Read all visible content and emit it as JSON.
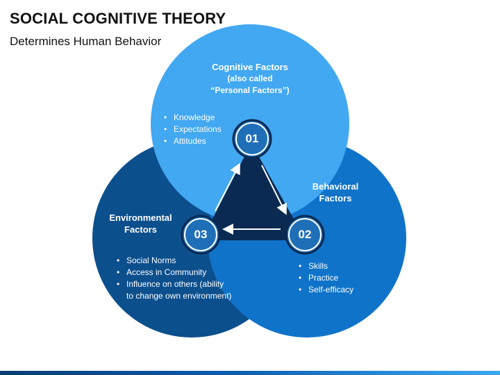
{
  "header": {
    "title": "SOCIAL COGNITIVE THEORY",
    "subtitle": "Determines Human Behavior"
  },
  "factors": {
    "cognitive": {
      "number": "01",
      "title_line1": "Cognitive Factors",
      "title_line2": "(also called",
      "title_line3": "“Personal Factors”)",
      "items": [
        "Knowledge",
        "Expectations",
        "Attitudes"
      ],
      "color": "#42a8f2"
    },
    "behavioral": {
      "number": "02",
      "title_line1": "Behavioral",
      "title_line2": "Factors",
      "items": [
        "Skills",
        "Practice",
        "Self-efficacy"
      ],
      "color": "#0f73c9"
    },
    "environmental": {
      "number": "03",
      "title_line1": "Environmental",
      "title_line2": "Factors",
      "items": [
        "Social Norms",
        "Access in Community",
        "Influence on others (ability",
        "to change own environment)"
      ],
      "color": "#0c4f8d"
    }
  },
  "colors": {
    "triangle": "#0a2a52",
    "badge_fill": "#1f6fb8",
    "badge_ring": "#0a2a52",
    "arrow": "#ffffff"
  }
}
